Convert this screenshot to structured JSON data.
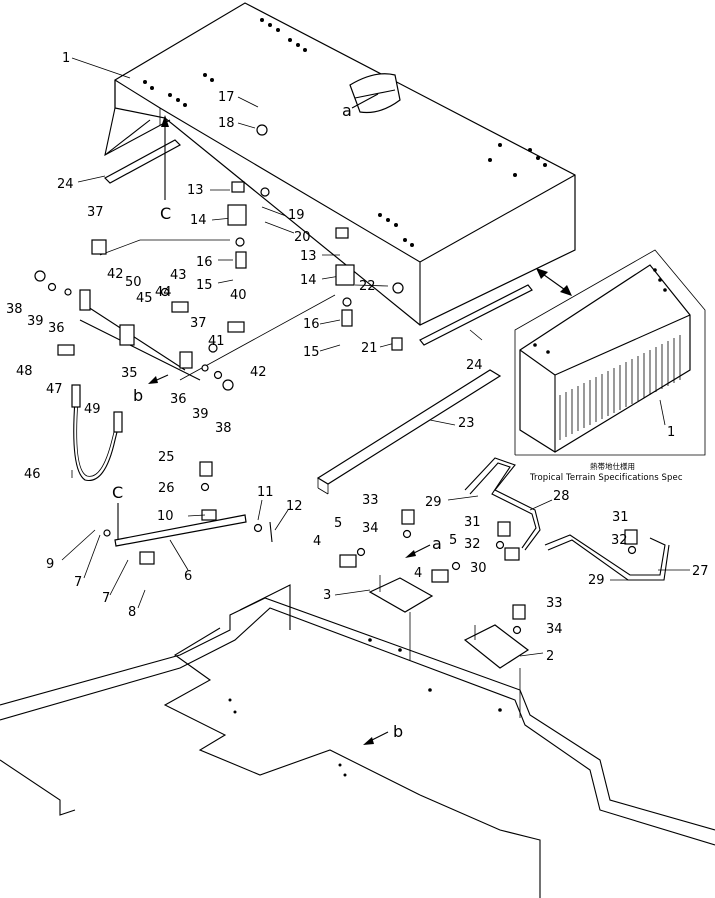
{
  "callouts": {
    "c1": "1",
    "c1b": "1",
    "c2": "2",
    "c3": "3",
    "c4a": "4",
    "c4b": "4",
    "c5a": "5",
    "c5b": "5",
    "c6": "6",
    "c7a": "7",
    "c7b": "7",
    "c8": "8",
    "c9": "9",
    "c10": "10",
    "c11": "11",
    "c12": "12",
    "c13a": "13",
    "c13b": "13",
    "c14a": "14",
    "c14b": "14",
    "c15a": "15",
    "c15b": "15",
    "c16a": "16",
    "c16b": "16",
    "c17": "17",
    "c18": "18",
    "c19": "19",
    "c20": "20",
    "c21": "21",
    "c22": "22",
    "c23": "23",
    "c24a": "24",
    "c24b": "24",
    "c25": "25",
    "c26": "26",
    "c27": "27",
    "c28": "28",
    "c29a": "29",
    "c29b": "29",
    "c30": "30",
    "c31a": "31",
    "c31b": "31",
    "c32a": "32",
    "c32b": "32",
    "c33a": "33",
    "c33b": "33",
    "c34a": "34",
    "c34b": "34",
    "c35": "35",
    "c36a": "36",
    "c36b": "36",
    "c37a": "37",
    "c37b": "37",
    "c38a": "38",
    "c38b": "38",
    "c39a": "39",
    "c39b": "39",
    "c40": "40",
    "c41": "41",
    "c42a": "42",
    "c42b": "42",
    "c43": "43",
    "c44": "44",
    "c45": "45",
    "c46": "46",
    "c47": "47",
    "c48": "48",
    "c49": "49",
    "c50": "50"
  },
  "reference_letters": {
    "a_top": "a",
    "a_mid": "a",
    "b_left": "b",
    "b_bottom": "b",
    "c_top": "C",
    "c_left": "C"
  },
  "inset_caption": {
    "japanese": "熱帯地仕様用",
    "english": "Tropical Terrain Specifications Spec"
  }
}
